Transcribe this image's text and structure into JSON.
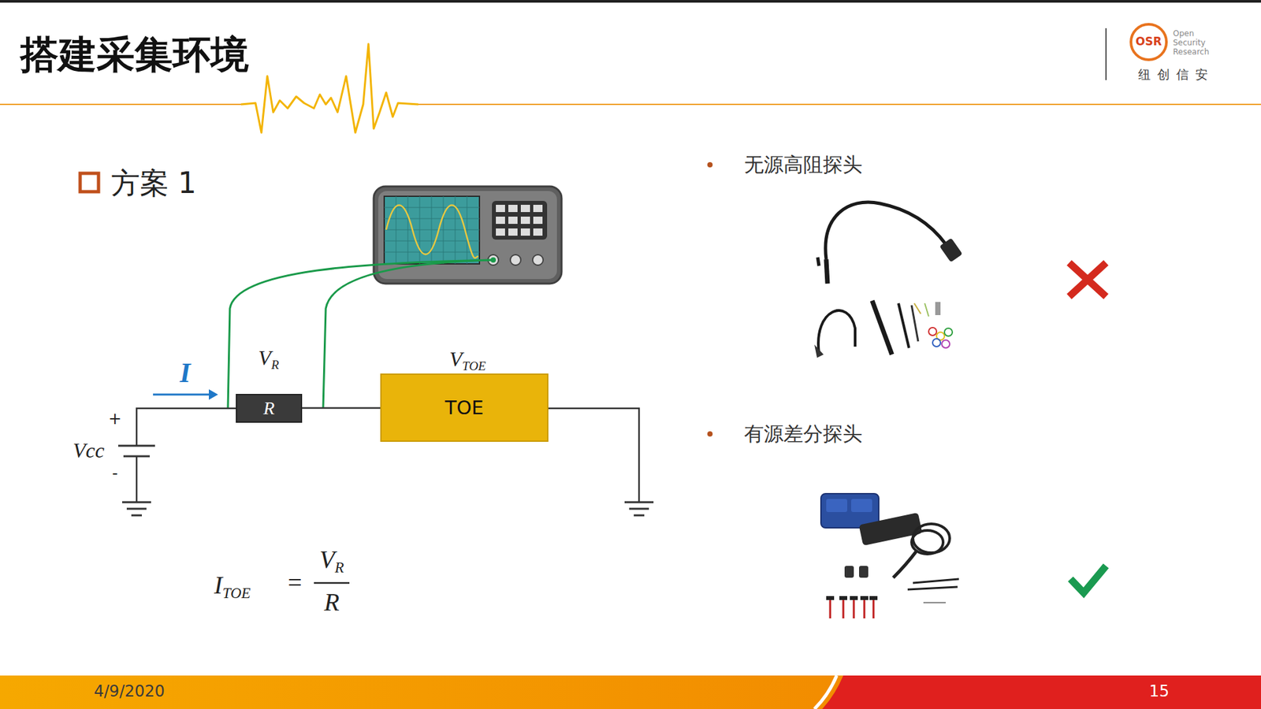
{
  "diagram": {
    "title": "搭建采集环境",
    "nodes": [
      {
        "text": [
          "R"
        ]
      },
      {
        "text": [
          "TOE"
        ]
      }
    ],
    "edges": [
      {
        "from": 0,
        "to": 1,
        "arrow": "none"
      }
    ],
    "labels": [
      "OSR",
      "Open Security Research",
      "纽 创 信 安",
      "方案 1",
      "VR",
      "VTOE",
      "I",
      "+",
      "Vcc",
      "-",
      "ITOE",
      "=",
      "VR",
      "R",
      "无源高阻探头",
      "有源差分探头",
      "4/9/2020",
      "15"
    ]
  }
}
